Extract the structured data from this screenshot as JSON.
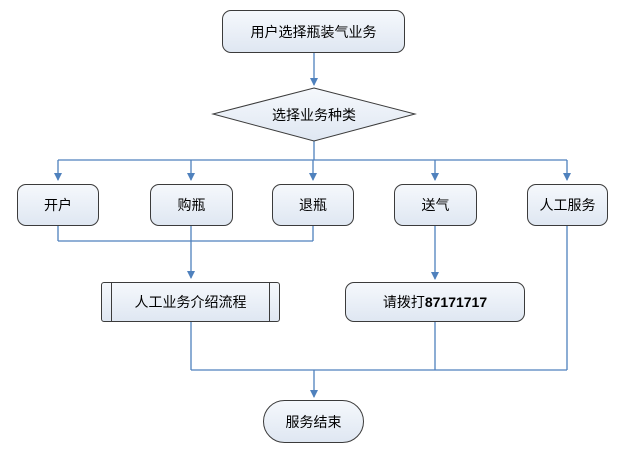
{
  "diagram": {
    "nodes": {
      "start": "用户选择瓶装气业务",
      "decision": "选择业务种类",
      "open_account": "开户",
      "buy_bottle": "购瓶",
      "return_bottle": "退瓶",
      "gas_delivery": "送气",
      "manual_service": "人工服务",
      "manual_process": "人工业务介绍流程",
      "call_prefix": "请拨打",
      "call_number": "87171717",
      "end": "服务结束"
    },
    "colors": {
      "connector": "#4f81bd",
      "node_border": "#3b3b3b",
      "node_fill_top": "#f5f8fc",
      "node_fill_bottom": "#dfe7f2",
      "text": "#000000"
    }
  }
}
